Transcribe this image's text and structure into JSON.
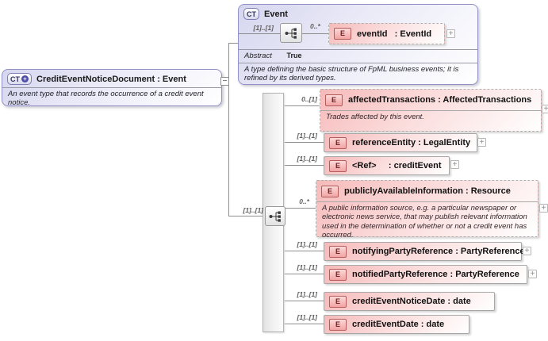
{
  "glyphs": {
    "complex_type_chip": "CT",
    "element_chip": "E",
    "derived_plus": "+",
    "expand": "+",
    "collapse": "−"
  },
  "colors": {
    "type_box_fill": "#d6d6ef",
    "type_box_border": "#9191c5",
    "element_box_fill": "#f6baba",
    "element_chip_border": "#b35c5c",
    "connector_line": "#8f8f8f"
  },
  "root_type": {
    "title": "CreditEventNoticeDocument : Event",
    "annotation": "An event type that records the occurrence of a credit event notice."
  },
  "base_type": {
    "title": "Event",
    "connector_cardinality": "[1]..[1]",
    "child": {
      "cardinality": "0..*",
      "label": "eventId   : EventId"
    },
    "abstract_label": "Abstract",
    "abstract_value": "True",
    "annotation": "A type defining the basic structure of FpML business events; it is refined by its derived types."
  },
  "sequence": {
    "cardinality": "[1]..[1]"
  },
  "elements": [
    {
      "cardinality": "0..[1]",
      "label": "affectedTransactions : AffectedTransactions",
      "annotation": "Trades affected by this event."
    },
    {
      "cardinality": "[1]..[1]",
      "label": "referenceEntity : LegalEntity"
    },
    {
      "cardinality": "[1]..[1]",
      "label": "<Ref>     : creditEvent"
    },
    {
      "cardinality": "0..*",
      "label": "publiclyAvailableInformation : Resource",
      "annotation": "A public information source, e.g. a particular newspaper or electronic news service, that may publish relevant information used in the determination of whether or not a credit event has occurred."
    },
    {
      "cardinality": "[1]..[1]",
      "label": "notifyingPartyReference : PartyReference"
    },
    {
      "cardinality": "[1]..[1]",
      "label": "notifiedPartyReference : PartyReference"
    },
    {
      "cardinality": "[1]..[1]",
      "label": "creditEventNoticeDate : date"
    },
    {
      "cardinality": "[1]..[1]",
      "label": "creditEventDate : date"
    }
  ]
}
